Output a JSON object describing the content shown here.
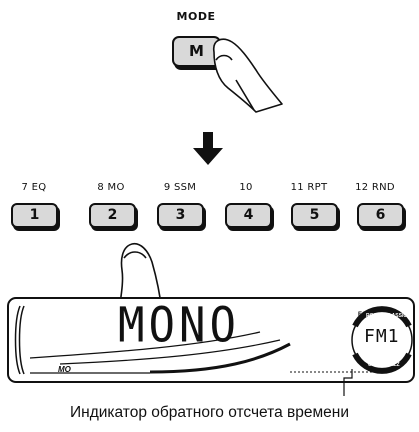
{
  "mode": {
    "label": "MODE",
    "button": "M"
  },
  "presets": [
    {
      "label": "7 EQ",
      "number": "1"
    },
    {
      "label": "8 MO",
      "number": "2"
    },
    {
      "label": "9 SSM",
      "number": "3"
    },
    {
      "label": "10",
      "number": "4"
    },
    {
      "label": "11 RPT",
      "number": "5"
    },
    {
      "label": "12 RND",
      "number": "6"
    }
  ],
  "display": {
    "main_text": "MONO",
    "mo_indicator": "MO",
    "band": "FM1",
    "eq_icon": "EQ",
    "eq_modes": [
      "ROCK",
      "CLASSIC",
      "USE",
      "JAZZ"
    ]
  },
  "caption": "Индикатор обратного отсчета времени",
  "colors": {
    "ink": "#111111",
    "button_fill": "#d9d9d9"
  }
}
